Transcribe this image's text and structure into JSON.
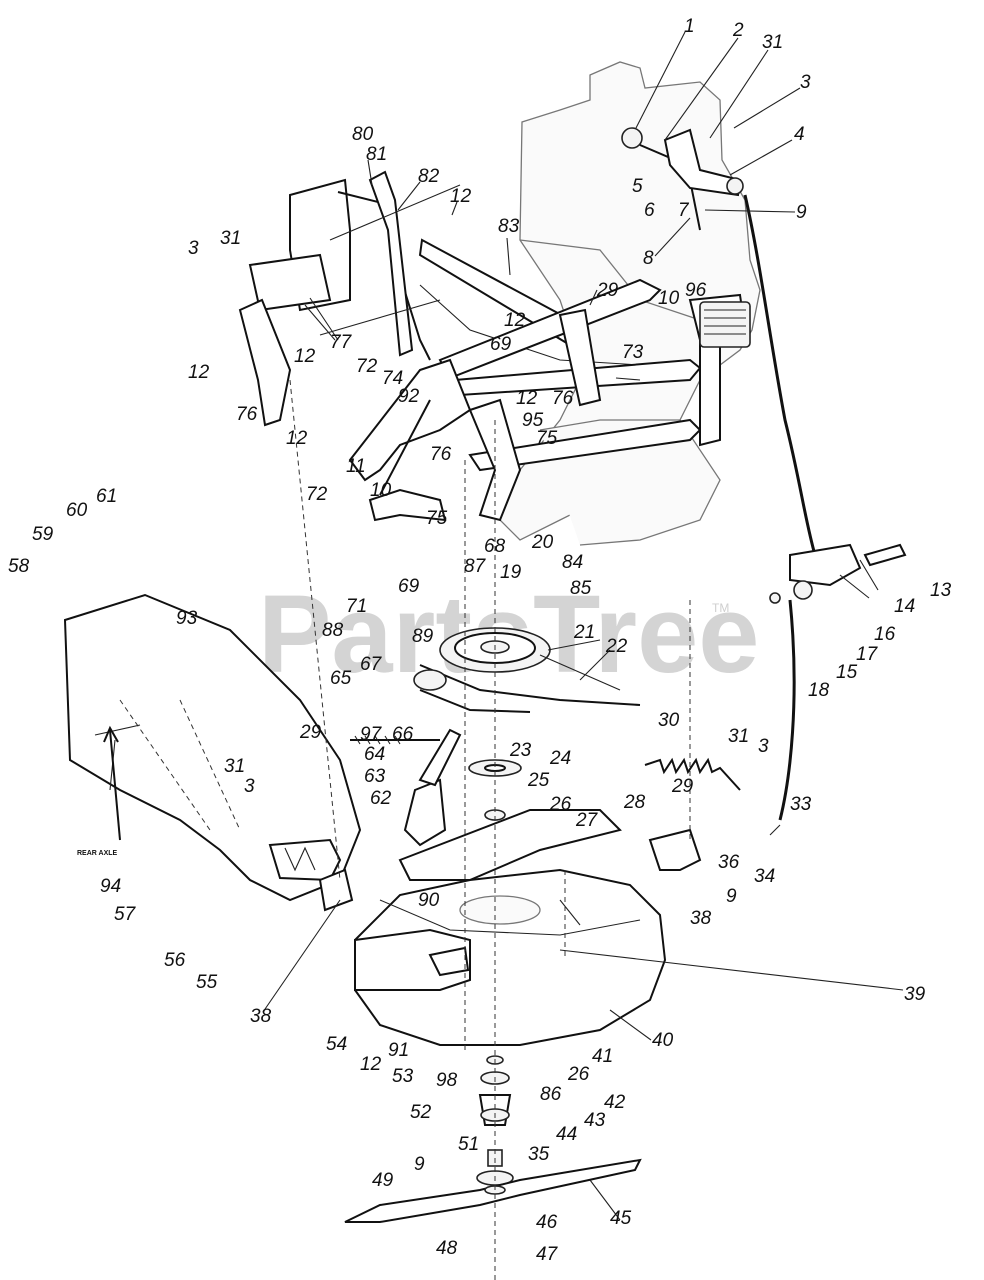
{
  "watermark": "PartsTree",
  "watermark_tm": "TM",
  "annotation": "REAR AXLE",
  "callouts": [
    "1",
    "2",
    "31",
    "3",
    "4",
    "5",
    "6",
    "7",
    "9",
    "8",
    "80",
    "81",
    "82",
    "12",
    "83",
    "3",
    "31",
    "77",
    "29",
    "10",
    "96",
    "12",
    "69",
    "72",
    "74",
    "12",
    "12",
    "76",
    "12",
    "92",
    "73",
    "12",
    "76",
    "95",
    "75",
    "11",
    "10",
    "76",
    "72",
    "75",
    "68",
    "87",
    "20",
    "84",
    "19",
    "85",
    "69",
    "71",
    "88",
    "89",
    "67",
    "65",
    "21",
    "22",
    "13",
    "14",
    "16",
    "17",
    "15",
    "18",
    "58",
    "59",
    "60",
    "61",
    "93",
    "97",
    "66",
    "29",
    "64",
    "63",
    "62",
    "23",
    "24",
    "25",
    "26",
    "27",
    "30",
    "31",
    "3",
    "29",
    "28",
    "33",
    "36",
    "9",
    "34",
    "38",
    "31",
    "3",
    "94",
    "57",
    "56",
    "55",
    "90",
    "38",
    "54",
    "12",
    "91",
    "53",
    "39",
    "40",
    "41",
    "26",
    "86",
    "98",
    "42",
    "52",
    "43",
    "44",
    "35",
    "51",
    "9",
    "49",
    "45",
    "48",
    "46",
    "47"
  ]
}
